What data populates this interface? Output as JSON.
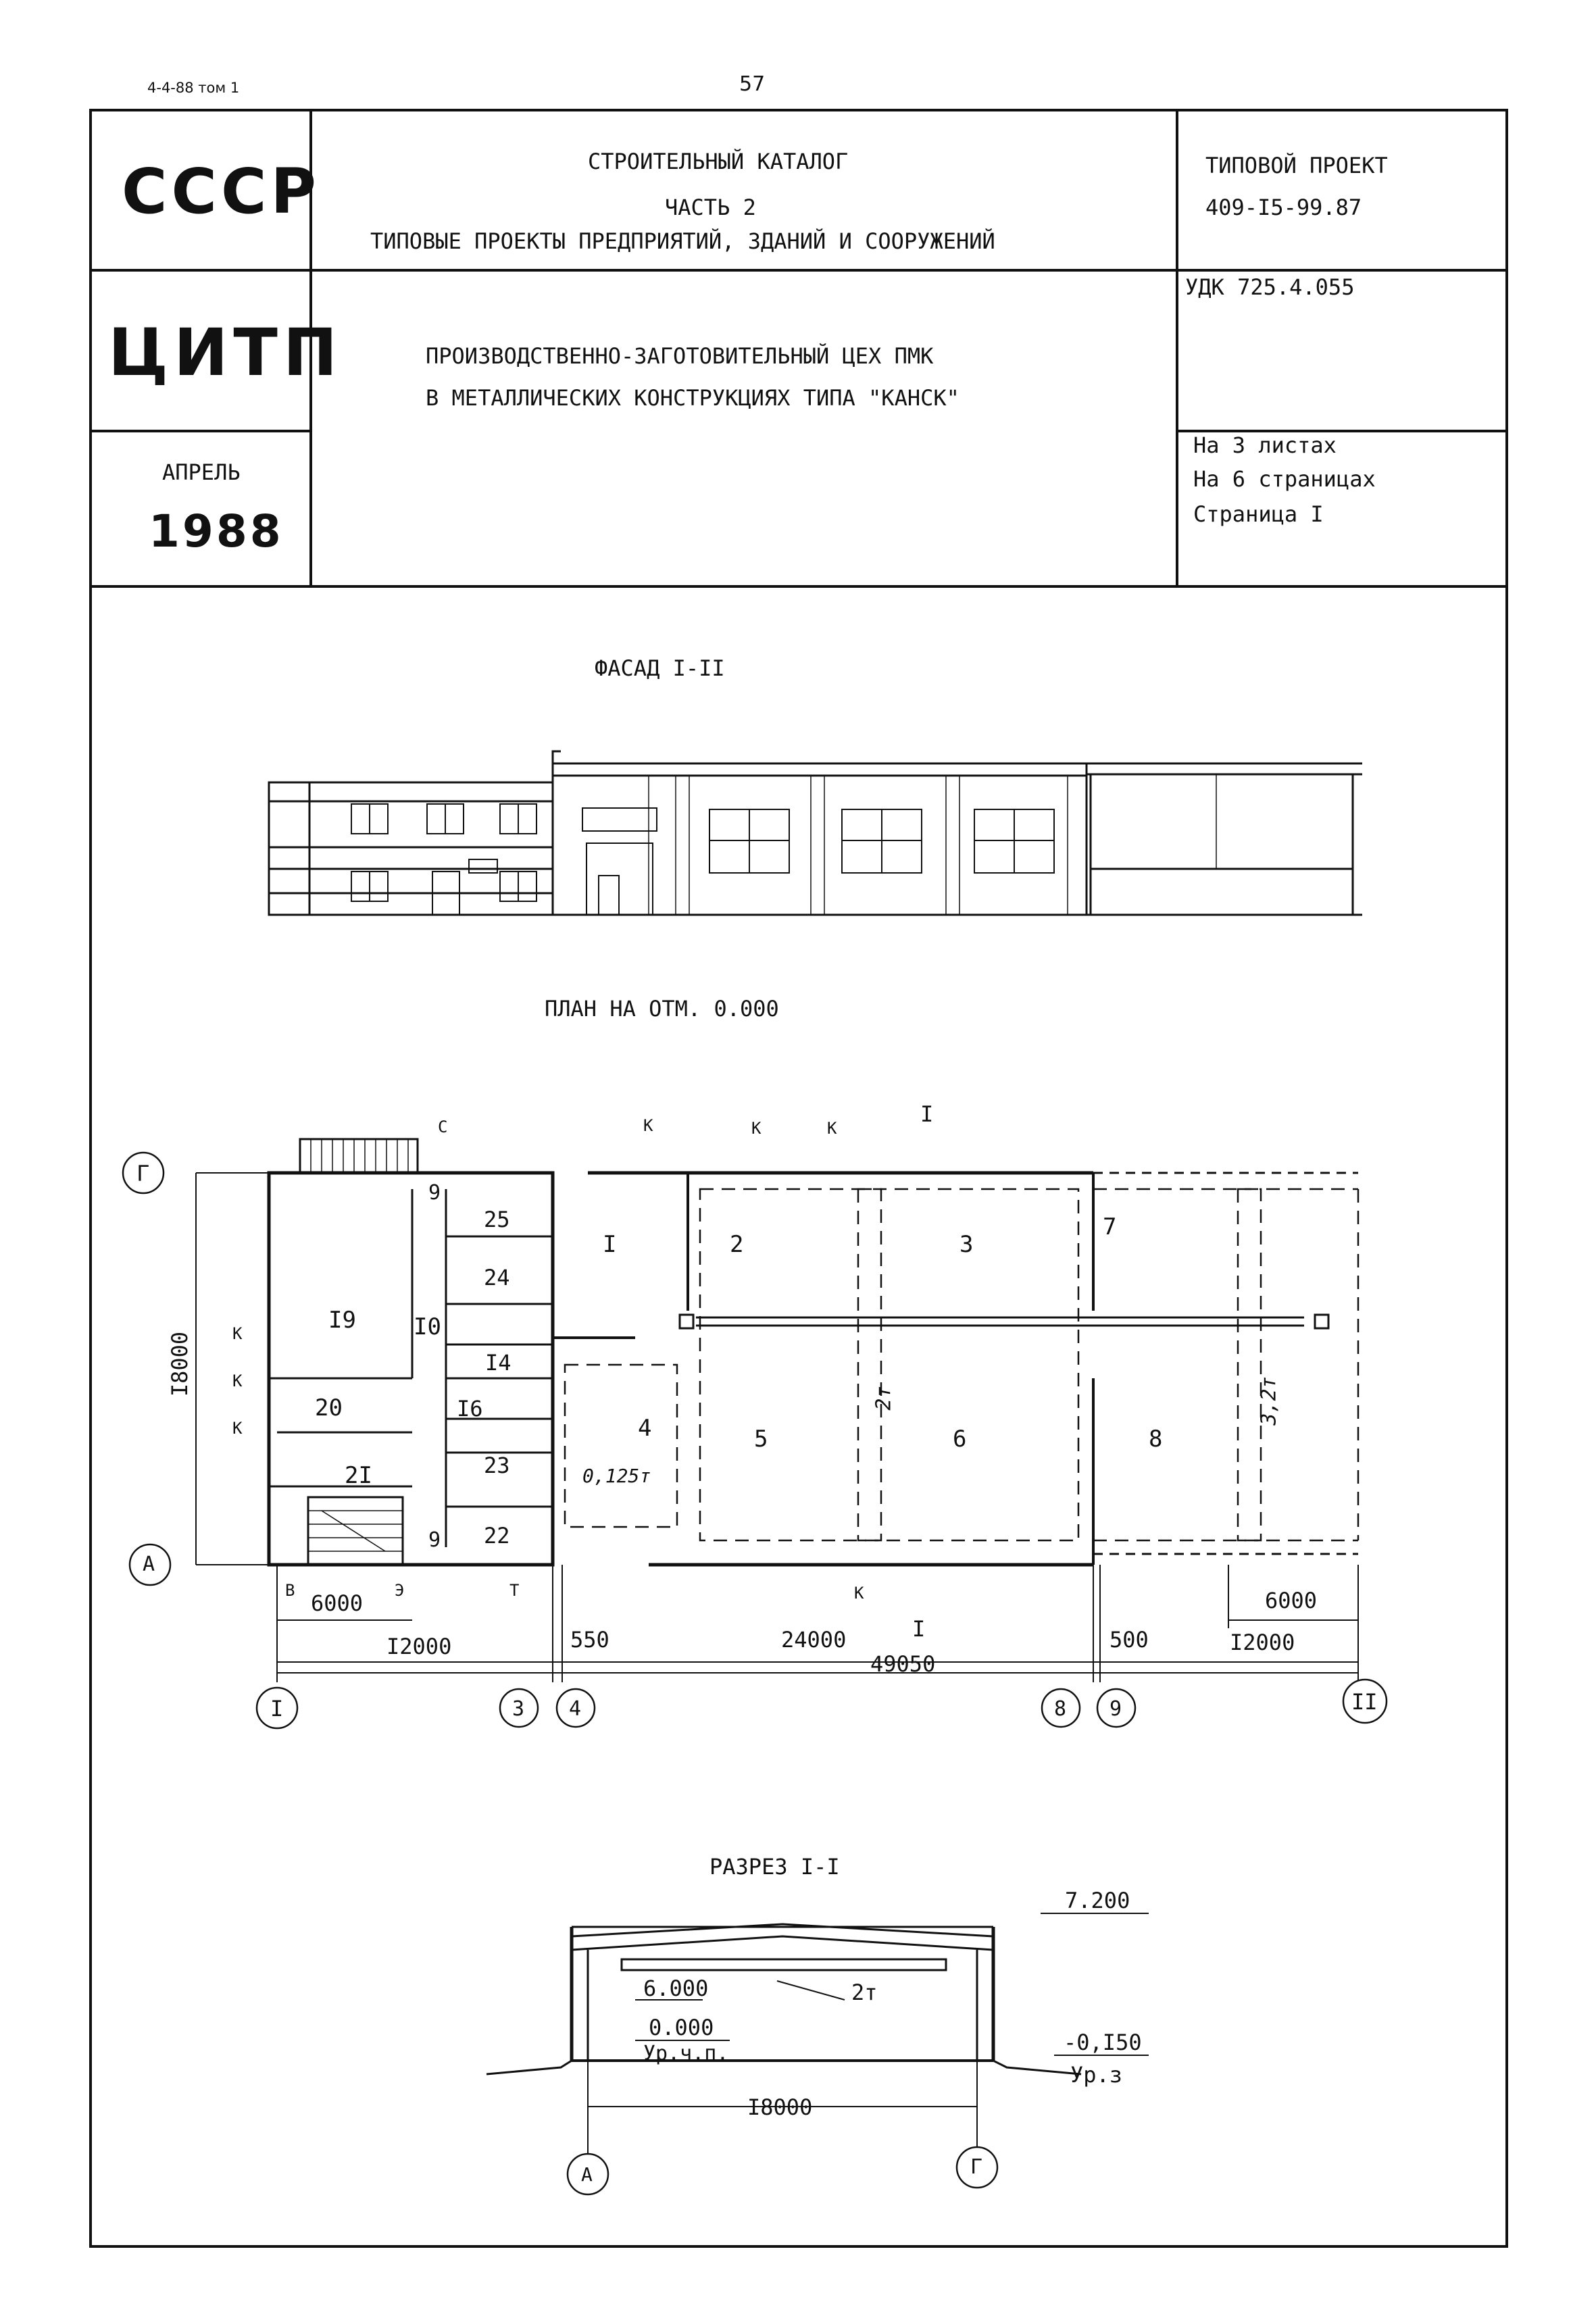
{
  "corner": {
    "ref": "4-4-88 том 1",
    "page_number": "57"
  },
  "header": {
    "left": {
      "country": "СССР",
      "org": "ЦИТП",
      "month": "АПРЕЛЬ",
      "year": "1988"
    },
    "center": {
      "catalog": "СТРОИТЕЛЬНЫЙ КАТАЛОГ",
      "part": "ЧАСТЬ 2",
      "series": "ТИПОВЫЕ ПРОЕКТЫ ПРЕДПРИЯТИЙ, ЗДАНИЙ И СООРУЖЕНИЙ",
      "title_line1": "ПРОИЗВОДСТВЕННО-ЗАГОТОВИТЕЛЬНЫЙ ЦЕХ ПМК",
      "title_line2": "В МЕТАЛЛИЧЕСКИХ КОНСТРУКЦИЯХ ТИПА \"КАНСК\""
    },
    "right": {
      "project_label": "ТИПОВОЙ ПРОЕКТ",
      "project_number": "409-I5-99.87",
      "udk": "УДК 725.4.055",
      "sheets": "На 3 листах",
      "pages": "На 6 страницах",
      "page": "Страница I"
    }
  },
  "facade": {
    "title": "ФАСАД I-II"
  },
  "plan": {
    "title": "ПЛАН НА ОТМ. 0.000",
    "rooms": [
      "I",
      "2",
      "3",
      "4",
      "5",
      "6",
      "7",
      "8",
      "9",
      "9",
      "I0",
      "I4",
      "I6",
      "I9",
      "20",
      "2I",
      "22",
      "23",
      "24",
      "25"
    ],
    "crane_labels": [
      "2т",
      "3,2т",
      "0,125т"
    ],
    "marks": {
      "k": "К",
      "c": "С",
      "t": "Т",
      "v": "В",
      "e": "Э",
      "section": "I"
    },
    "dimensions": {
      "height": "I8000",
      "d1": "6000",
      "d2": "I2000",
      "d3": "550",
      "d4": "24000",
      "total": "49050",
      "d5": "500",
      "d6": "I2000",
      "d7": "6000"
    },
    "axes": {
      "horizontal": [
        "I",
        "3",
        "4",
        "8",
        "9",
        "II"
      ],
      "vertical": [
        "Г",
        "А"
      ]
    }
  },
  "section": {
    "title": "РАЗРЕЗ I-I",
    "elev_top": "7.200",
    "elev_crane": "6.000",
    "crane": "2т",
    "elev_floor": "0.000",
    "floor_label": "Ур.ч.п.",
    "elev_ground": "-0,I50",
    "ground_label": "Ур.з",
    "span": "I8000",
    "axes": [
      "А",
      "Г"
    ]
  }
}
